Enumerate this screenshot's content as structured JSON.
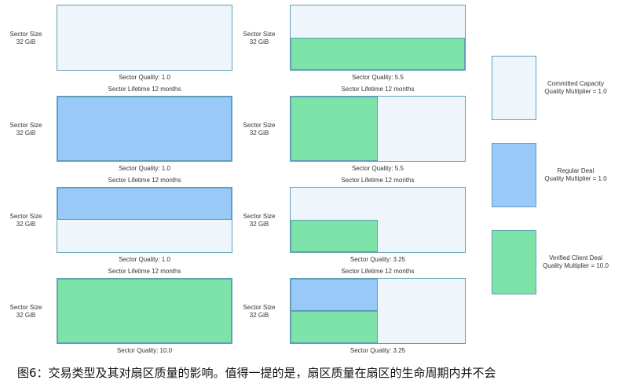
{
  "colors": {
    "committed": "#eef6fc",
    "regular": "#99c9f9",
    "verified": "#7de3a8",
    "border": "#5f9fb8"
  },
  "size_label_1": "Sector Size",
  "size_label_2": "32 GiB",
  "lifetime_label": "Sector Lifetime 12 months",
  "panels": [
    {
      "quality": "Sector Quality: 1.0",
      "segments": []
    },
    {
      "quality": "Sector Quality: 5.5",
      "segments": [
        {
          "type": "verified",
          "x": 0,
          "y": 0.5,
          "w": 1,
          "h": 0.5
        }
      ]
    },
    {
      "quality": "Sector Quality: 1.0",
      "segments": [
        {
          "type": "regular",
          "x": 0,
          "y": 0,
          "w": 1,
          "h": 1
        }
      ]
    },
    {
      "quality": "Sector Quality: 5.5",
      "segments": [
        {
          "type": "verified",
          "x": 0,
          "y": 0,
          "w": 0.5,
          "h": 1
        }
      ]
    },
    {
      "quality": "Sector Quality: 1.0",
      "segments": [
        {
          "type": "regular",
          "x": 0,
          "y": 0,
          "w": 1,
          "h": 0.5
        }
      ]
    },
    {
      "quality": "Sector Quality: 3.25",
      "segments": [
        {
          "type": "verified",
          "x": 0,
          "y": 0.5,
          "w": 0.5,
          "h": 0.5
        }
      ]
    },
    {
      "quality": "Sector Quality: 10.0",
      "segments": [
        {
          "type": "verified",
          "x": 0,
          "y": 0,
          "w": 1,
          "h": 1
        }
      ]
    },
    {
      "quality": "Sector Quality: 3.25",
      "segments": [
        {
          "type": "regular",
          "x": 0,
          "y": 0,
          "w": 0.5,
          "h": 0.5
        },
        {
          "type": "verified",
          "x": 0,
          "y": 0.5,
          "w": 0.5,
          "h": 0.5
        }
      ]
    }
  ],
  "legend": [
    {
      "type": "committed",
      "line1": "Committed Capacity",
      "line2": "Quality Multiplier = 1.0"
    },
    {
      "type": "regular",
      "line1": "Regular Deal",
      "line2": "Quality Multiplier = 1.0"
    },
    {
      "type": "verified",
      "line1": "Verified Client Deal",
      "line2": "Quality Multiplier = 10.0"
    }
  ],
  "caption": "图6：交易类型及其对扇区质量的影响。值得一提的是，扇区质量在扇区的生命周期内并不会"
}
